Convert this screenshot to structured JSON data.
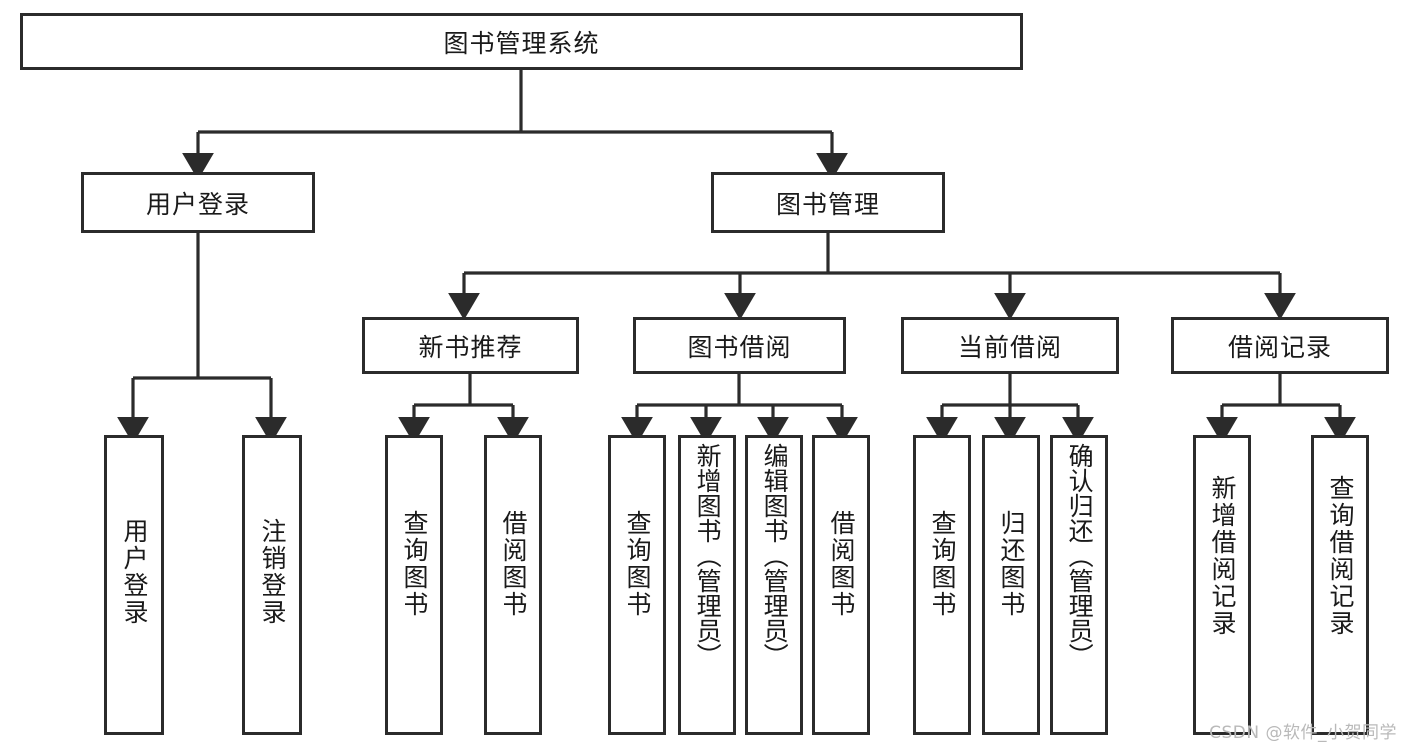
{
  "diagram": {
    "type": "tree",
    "title": "图书管理系统",
    "watermark": "CSDN @软件_小贺同学",
    "colors": {
      "stroke": "#2b2b2b",
      "fill": "#ffffff",
      "text": "#1a1a1a",
      "watermark": "#b9b9b9"
    },
    "levels": {
      "root": {
        "label": "图书管理系统"
      },
      "level2": [
        {
          "label": "用户登录"
        },
        {
          "label": "图书管理"
        }
      ],
      "level3": [
        {
          "label": "新书推荐"
        },
        {
          "label": "图书借阅"
        },
        {
          "label": "当前借阅"
        },
        {
          "label": "借阅记录"
        }
      ],
      "level4": [
        {
          "label": "用户登录",
          "parent": "用户登录"
        },
        {
          "label": "注销登录",
          "parent": "用户登录"
        },
        {
          "label": "查询图书",
          "parent": "新书推荐"
        },
        {
          "label": "借阅图书",
          "parent": "新书推荐"
        },
        {
          "label": "查询图书",
          "parent": "图书借阅"
        },
        {
          "label": "新增图书（管理员）",
          "parent": "图书借阅"
        },
        {
          "label": "编辑图书（管理员）",
          "parent": "图书借阅"
        },
        {
          "label": "借阅图书",
          "parent": "图书借阅"
        },
        {
          "label": "查询图书",
          "parent": "当前借阅"
        },
        {
          "label": "归还图书",
          "parent": "当前借阅"
        },
        {
          "label": "确认归还（管理员）",
          "parent": "当前借阅"
        },
        {
          "label": "新增借阅记录",
          "parent": "借阅记录"
        },
        {
          "label": "查询借阅记录",
          "parent": "借阅记录"
        }
      ]
    }
  }
}
